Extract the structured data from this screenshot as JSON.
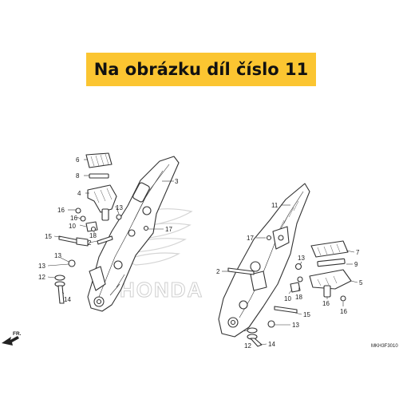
{
  "banner": {
    "text": "Na obrázku díl číslo 11",
    "background": "#fbc531"
  },
  "diagram_code": "MKH3F3010",
  "direction_label": "FR.",
  "watermark": "HONDA",
  "labels": {
    "l1": "6",
    "l2": "8",
    "l3": "3",
    "l4": "4",
    "l5": "16",
    "l6": "16",
    "l7": "13",
    "l8": "10",
    "l9": "18",
    "l10": "17",
    "l11": "15",
    "l12": "2",
    "l13": "13",
    "l14": "12",
    "l15": "14",
    "r1": "11",
    "r2": "17",
    "r3": "7",
    "r4": "9",
    "r5": "2",
    "r6": "13",
    "r7": "5",
    "r8": "10",
    "r9": "18",
    "r10": "16",
    "r11": "16",
    "r12": "15",
    "r13": "13",
    "r14": "12",
    "r15": "14"
  }
}
